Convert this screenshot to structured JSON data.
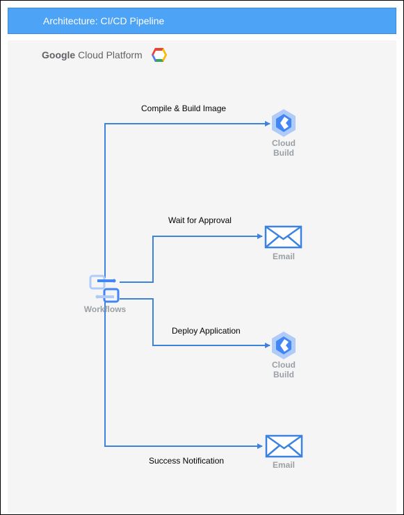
{
  "header": {
    "title": "Architecture: CI/CD Pipeline"
  },
  "platform": {
    "brand": "Google",
    "product": "Cloud Platform"
  },
  "edges": [
    {
      "label": "Compile & Build Image"
    },
    {
      "label": "Wait for Approval"
    },
    {
      "label": "Deploy Application"
    },
    {
      "label": "Success Notification"
    }
  ],
  "nodes": {
    "workflows": {
      "label": "Workflows",
      "icon": "workflows-icon"
    },
    "build1": {
      "line1": "Cloud",
      "line2": "Build",
      "icon": "cloud-build-icon"
    },
    "email1": {
      "label": "Email",
      "icon": "email-icon"
    },
    "build2": {
      "line1": "Cloud",
      "line2": "Build",
      "icon": "cloud-build-icon"
    },
    "email2": {
      "label": "Email",
      "icon": "email-icon"
    }
  },
  "colors": {
    "header": "#4da3f5",
    "connector": "#3c82e0",
    "icon": "#4285f4",
    "icon_light": "#aecbfa",
    "canvas": "#f5f5f5"
  }
}
